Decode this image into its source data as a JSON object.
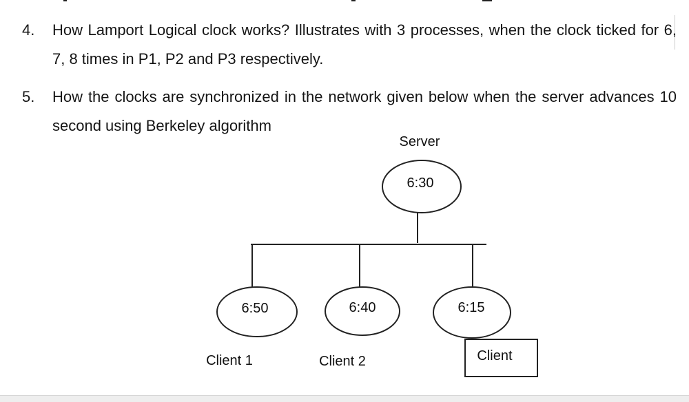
{
  "questions": [
    {
      "number": "4.",
      "text": "How Lamport Logical clock works? Illustrates with 3 processes, when the clock ticked for 6, 7, 8 times in P1, P2 and P3 respectively."
    },
    {
      "number": "5.",
      "text": "How the clocks are synchronized in the network given below when the server advances 10 second using Berkeley algorithm"
    }
  ],
  "diagram": {
    "server_label": "Server",
    "server_time": "6:30",
    "clients": [
      {
        "time": "6:50",
        "label": "Client 1"
      },
      {
        "time": "6:40",
        "label": "Client 2"
      },
      {
        "time": "6:15",
        "label": "Client"
      }
    ]
  }
}
